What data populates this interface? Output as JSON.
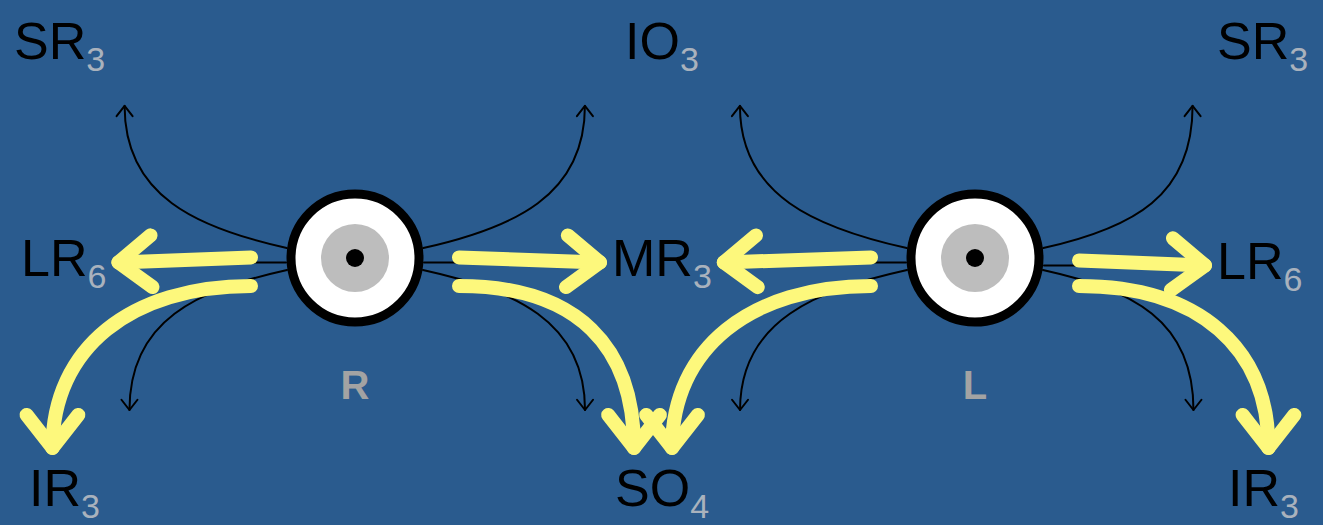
{
  "diagram": {
    "nodes": [
      {
        "text": [
          "SR",
          "3"
        ]
      },
      {
        "text": [
          "IO",
          "3"
        ]
      },
      {
        "text": [
          "SR",
          "3"
        ]
      },
      {
        "text": [
          "LR",
          "6"
        ]
      },
      {
        "text": [
          "R"
        ]
      },
      {
        "text": [
          "MR",
          "3"
        ]
      },
      {
        "text": [
          "L"
        ]
      },
      {
        "text": [
          "LR",
          "6"
        ]
      },
      {
        "text": [
          "IR",
          "3"
        ]
      },
      {
        "text": [
          "SO",
          "4"
        ]
      },
      {
        "text": [
          "IR",
          "3"
        ]
      }
    ],
    "edges": [
      {
        "from": 4,
        "to": 0,
        "arrow": "to"
      },
      {
        "from": 4,
        "to": 1,
        "arrow": "to"
      },
      {
        "from": 4,
        "to": 3,
        "arrow": "to"
      },
      {
        "from": 4,
        "to": 5,
        "arrow": "to"
      },
      {
        "from": 4,
        "to": 8,
        "arrow": "to"
      },
      {
        "from": 4,
        "to": 9,
        "arrow": "to"
      },
      {
        "from": 6,
        "to": 1,
        "arrow": "to"
      },
      {
        "from": 6,
        "to": 2,
        "arrow": "to"
      },
      {
        "from": 6,
        "to": 5,
        "arrow": "to"
      },
      {
        "from": 6,
        "to": 7,
        "arrow": "to"
      },
      {
        "from": 6,
        "to": 9,
        "arrow": "to"
      },
      {
        "from": 6,
        "to": 10,
        "arrow": "to"
      },
      {
        "from": 4,
        "to": 3,
        "arrow": "to"
      },
      {
        "from": 4,
        "to": 5,
        "arrow": "to"
      },
      {
        "from": 4,
        "to": 8,
        "arrow": "to"
      },
      {
        "from": 4,
        "to": 9,
        "arrow": "to"
      },
      {
        "from": 6,
        "to": 5,
        "arrow": "to"
      },
      {
        "from": 6,
        "to": 7,
        "arrow": "to"
      },
      {
        "from": 6,
        "to": 9,
        "arrow": "to"
      },
      {
        "from": 6,
        "to": 10,
        "arrow": "to"
      }
    ]
  }
}
